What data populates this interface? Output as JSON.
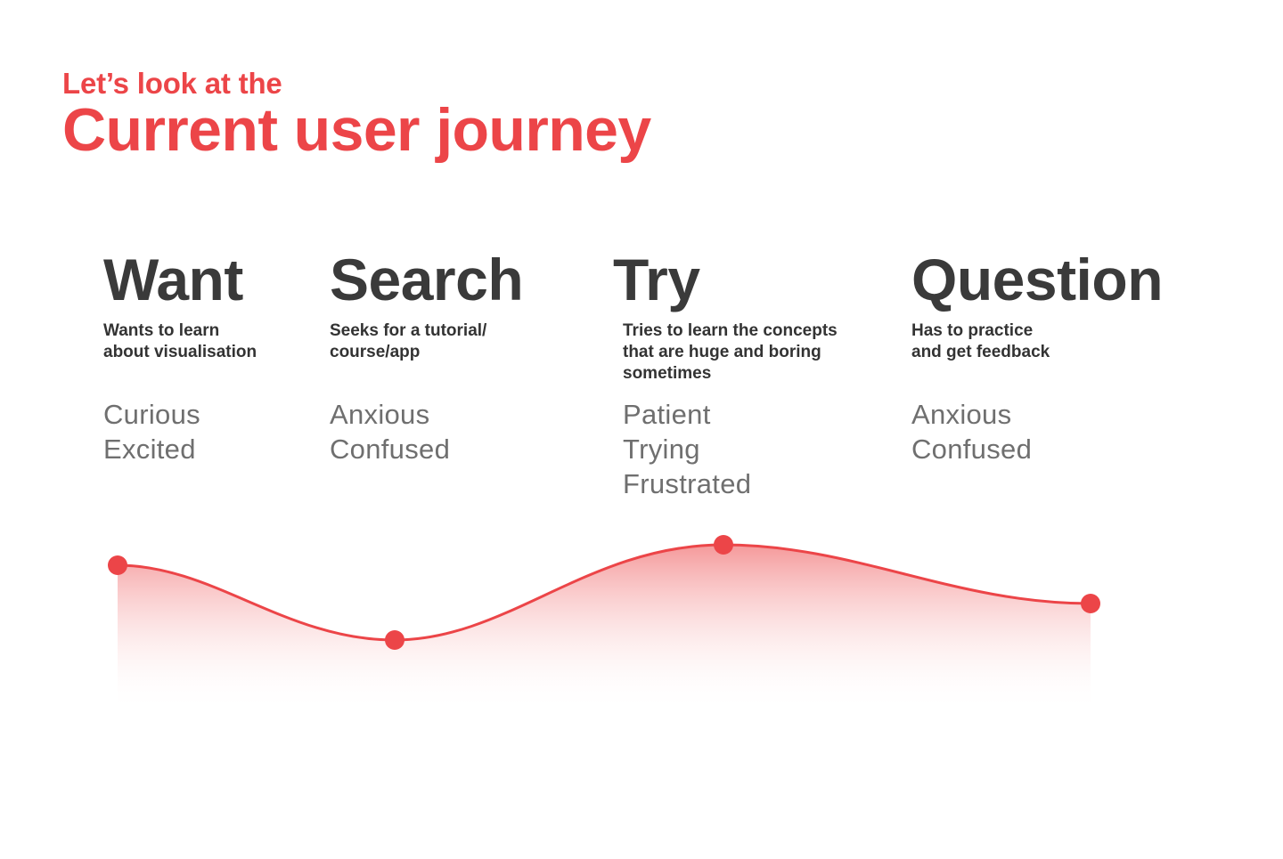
{
  "header": {
    "eyebrow": "Let’s look at the",
    "title": "Current user journey"
  },
  "stages": [
    {
      "title": "Want",
      "description": [
        "Wants to learn",
        "about visualisation"
      ],
      "emotions": [
        "Curious",
        "Excited"
      ]
    },
    {
      "title": "Search",
      "description": [
        "Seeks for a tutorial/",
        "course/app"
      ],
      "emotions": [
        "Anxious",
        "Confused"
      ]
    },
    {
      "title": "Try",
      "description": [
        "Tries to learn the concepts",
        "that are huge and boring",
        "sometimes"
      ],
      "emotions": [
        "Patient",
        "Trying",
        "Frustrated"
      ]
    },
    {
      "title": "Question",
      "description": [
        "Has to practice",
        "and get feedback"
      ],
      "emotions": [
        "Anxious",
        "Confused"
      ]
    }
  ],
  "curve": {
    "color": "#ec4548",
    "fill_gradient_top": "#ec4548",
    "fill_gradient_bottom": "#ffffff"
  }
}
